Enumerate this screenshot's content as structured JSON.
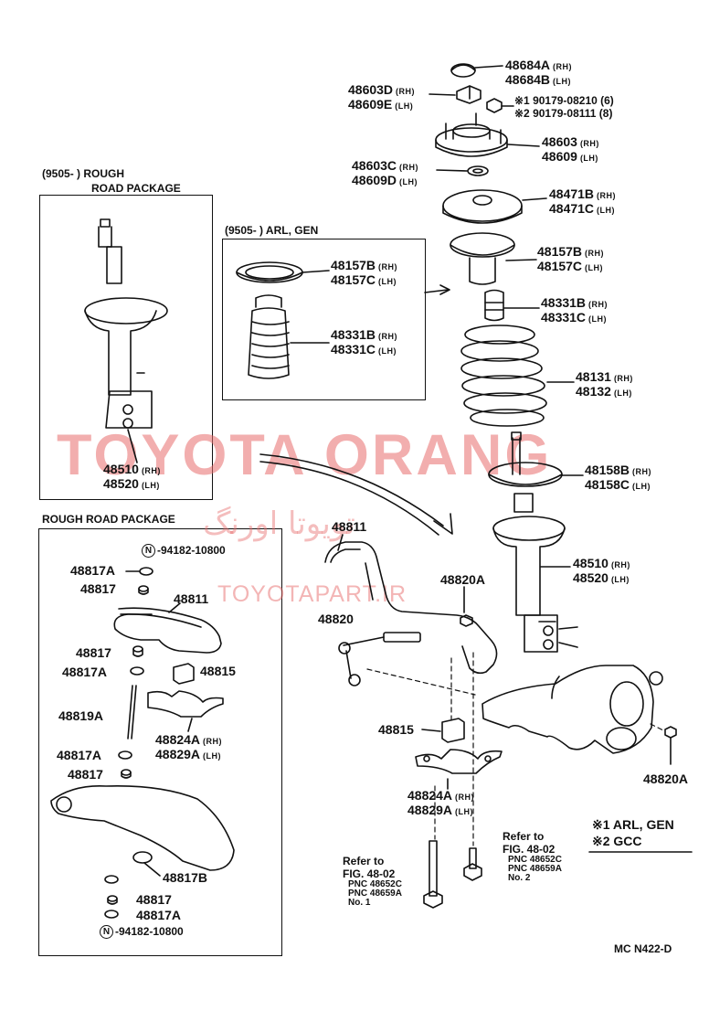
{
  "header_rough_box": {
    "line1": "(9505-        ) ROUGH",
    "line2": "ROAD PACKAGE"
  },
  "header_arl_box": "(9505-        ) ARL, GEN",
  "header_rough_pkg": "ROUGH  ROAD  PACKAGE",
  "watermark": {
    "big": "TOYOTA ORANG",
    "farsi": "تویوتا اورنگ",
    "url": "TOYOTAPART.IR"
  },
  "footer": "MC  N422-D",
  "legend": {
    "one": "※1 ARL, GEN",
    "two": "※2 GCC"
  },
  "parts": {
    "p48684": {
      "a": "48684A",
      "as": "(RH)",
      "b": "48684B",
      "bs": "(LH)"
    },
    "p48603d": {
      "a": "48603D",
      "as": "(RH)",
      "b": "48609E",
      "bs": "(LH)"
    },
    "p90179": {
      "a": "※1 90179-08210 (6)",
      "b": "※2 90179-08111 (8)"
    },
    "p48603": {
      "a": "48603",
      "as": "(RH)",
      "b": "48609",
      "bs": "(LH)"
    },
    "p48603c": {
      "a": "48603C",
      "as": "(RH)",
      "b": "48609D",
      "bs": "(LH)"
    },
    "p48471": {
      "a": "48471B",
      "as": "(RH)",
      "b": "48471C",
      "bs": "(LH)"
    },
    "p48157r": {
      "a": "48157B",
      "as": "(RH)",
      "b": "48157C",
      "bs": "(LH)"
    },
    "p48331r": {
      "a": "48331B",
      "as": "(RH)",
      "b": "48331C",
      "bs": "(LH)"
    },
    "p48131": {
      "a": "48131",
      "as": "(RH)",
      "b": "48132",
      "bs": "(LH)"
    },
    "p48158": {
      "a": "48158B",
      "as": "(RH)",
      "b": "48158C",
      "bs": "(LH)"
    },
    "p48510r": {
      "a": "48510",
      "as": "(RH)",
      "b": "48520",
      "bs": "(LH)"
    },
    "p48157b": {
      "a": "48157B",
      "as": "(RH)",
      "b": "48157C",
      "bs": "(LH)"
    },
    "p48331b": {
      "a": "48331B",
      "as": "(RH)",
      "b": "48331C",
      "bs": "(LH)"
    },
    "p48510l": {
      "a": "48510",
      "as": "(RH)",
      "b": "48520",
      "bs": "(LH)"
    },
    "p48811c": "48811",
    "p48820a_top": "48820A",
    "p48820c": "48820",
    "p48815c": "48815",
    "p48824c": {
      "a": "48824A",
      "as": "(RH)",
      "b": "48829A",
      "bs": "(LH)"
    },
    "p48820a_right": "48820A",
    "rough": {
      "n1": "-94182-10800",
      "n1mark": "N",
      "a1": "48817A",
      "b1": "48817",
      "c811": "48811",
      "b2": "48817",
      "a2": "48817A",
      "c815": "48815",
      "c819": "48819A",
      "c824": {
        "a": "48824A",
        "as": "(RH)",
        "b": "48829A",
        "bs": "(LH)"
      },
      "a3": "48817A",
      "b3": "48817",
      "b817b": "48817B",
      "b4": "48817",
      "a4": "48817A",
      "n2": "-94182-10800",
      "n2mark": "N"
    },
    "ref1": {
      "a": "Refer  to",
      "b": "FIG. 48-02",
      "c": "PNC  48652C",
      "d": "PNC  48659A",
      "e": "No. 1"
    },
    "ref2": {
      "a": "Refer  to",
      "b": "FIG. 48-02",
      "c": "PNC  48652C",
      "d": "PNC  48659A",
      "e": "No. 2"
    }
  }
}
